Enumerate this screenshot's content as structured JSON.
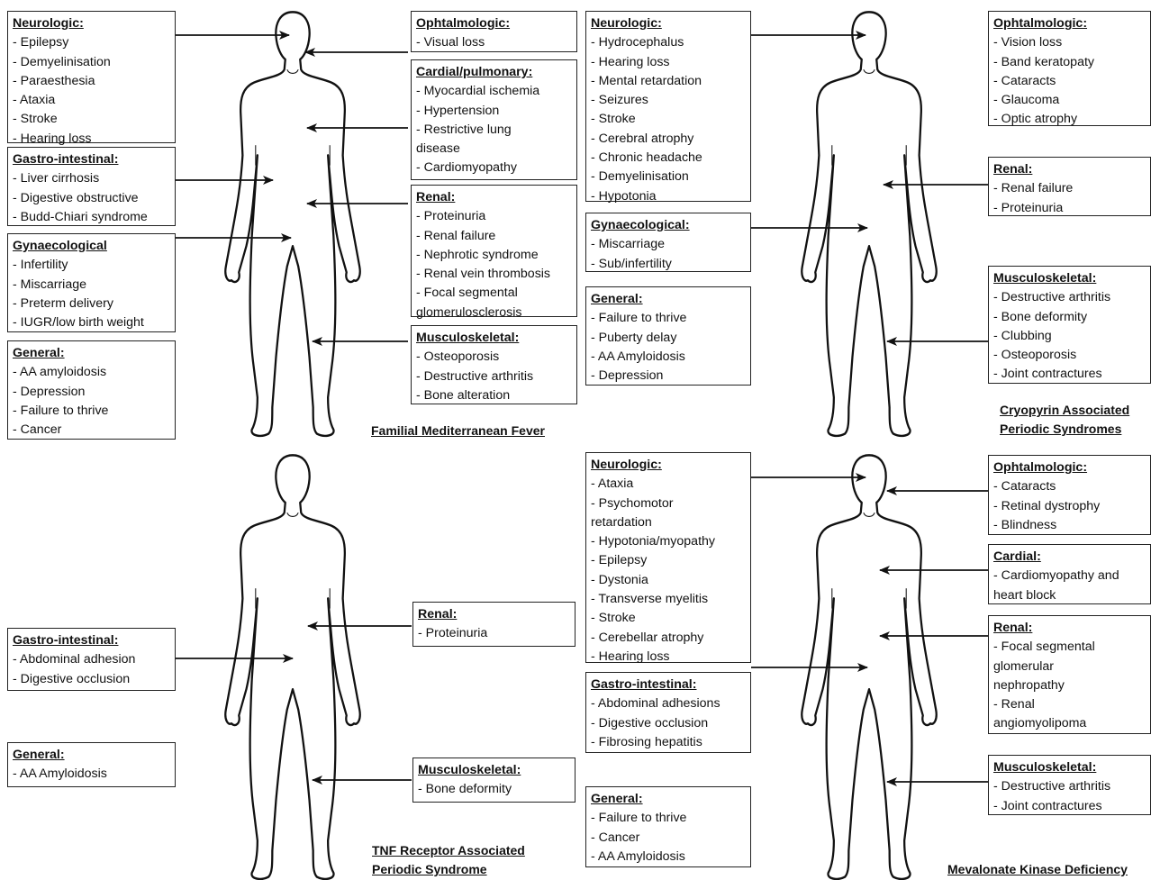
{
  "panels": [
    {
      "title": "Familial  Mediterranean Fever",
      "boxes": [
        {
          "heading": "Neurologic:",
          "items": [
            "- Epilepsy",
            "- Demyelinisation",
            "- Paraesthesia",
            "- Ataxia",
            "- Stroke",
            "- Hearing loss"
          ]
        },
        {
          "heading": "Gastro-intestinal:",
          "items": [
            "- Liver cirrhosis",
            "- Digestive obstructive",
            "- Budd-Chiari syndrome"
          ]
        },
        {
          "heading": "Gynaecological",
          "items": [
            "- Infertility",
            "- Miscarriage",
            "- Preterm delivery",
            "- IUGR/low birth weight"
          ]
        },
        {
          "heading": "General:",
          "items": [
            "- AA amyloidosis",
            "- Depression",
            "- Failure to thrive",
            "- Cancer"
          ]
        },
        {
          "heading": "Ophtalmologic:",
          "items": [
            "- Visual loss"
          ]
        },
        {
          "heading": "Cardial/pulmonary:",
          "items": [
            "- Myocardial ischemia",
            "- Hypertension",
            "- Restrictive lung disease",
            "- Cardiomyopathy"
          ]
        },
        {
          "heading": "Renal:",
          "items": [
            "- Proteinuria",
            "- Renal failure",
            "- Nephrotic syndrome",
            "- Renal vein thrombosis",
            "- Focal segmental glomerulosclerosis"
          ]
        },
        {
          "heading": "Musculoskeletal:",
          "items": [
            "- Osteoporosis",
            "- Destructive arthritis",
            "- Bone alteration"
          ]
        }
      ]
    },
    {
      "title": "Cryopyrin Associated Periodic Syndromes",
      "boxes": [
        {
          "heading": "Neurologic:",
          "items": [
            "- Hydrocephalus",
            "- Hearing loss",
            "- Mental retardation",
            "- Seizures",
            "- Stroke",
            "- Cerebral atrophy",
            "- Chronic headache",
            "- Demyelinisation",
            "- Hypotonia"
          ]
        },
        {
          "heading": "Gynaecological:",
          "items": [
            "- Miscarriage",
            "- Sub/infertility"
          ]
        },
        {
          "heading": "General:",
          "items": [
            "- Failure to thrive",
            "- Puberty delay",
            "- AA Amyloidosis",
            "- Depression"
          ]
        },
        {
          "heading": "Ophtalmologic:",
          "items": [
            "- Vision loss",
            "- Band keratopaty",
            "- Cataracts",
            "- Glaucoma",
            "- Optic atrophy"
          ]
        },
        {
          "heading": "Renal:",
          "items": [
            "- Renal failure",
            "- Proteinuria"
          ]
        },
        {
          "heading": "Musculoskeletal:",
          "items": [
            "- Destructive arthritis",
            "- Bone deformity",
            "- Clubbing",
            "- Osteoporosis",
            "- Joint contractures"
          ]
        }
      ]
    },
    {
      "title": "TNF Receptor Associated Periodic Syndrome",
      "boxes": [
        {
          "heading": "Gastro-intestinal:",
          "items": [
            "- Abdominal adhesion",
            "- Digestive occlusion"
          ]
        },
        {
          "heading": "General:",
          "items": [
            "- AA Amyloidosis"
          ]
        },
        {
          "heading": "Renal:",
          "items": [
            "- Proteinuria"
          ]
        },
        {
          "heading": "Musculoskeletal:",
          "items": [
            "- Bone deformity"
          ]
        }
      ]
    },
    {
      "title": "Mevalonate Kinase Deficiency",
      "boxes": [
        {
          "heading": "Neurologic:",
          "items": [
            "-  Ataxia",
            "- Psychomotor retardation",
            "- Hypotonia/myopathy",
            "- Epilepsy",
            "- Dystonia",
            "- Transverse myelitis",
            "- Stroke",
            "- Cerebellar atrophy",
            "- Hearing loss"
          ]
        },
        {
          "heading": "Gastro-intestinal:",
          "items": [
            "- Abdominal adhesions",
            "- Digestive occlusion",
            "- Fibrosing hepatitis"
          ]
        },
        {
          "heading": "General:",
          "items": [
            "- Failure to thrive",
            "- Cancer",
            "- AA Amyloidosis"
          ]
        },
        {
          "heading": "Ophtalmologic:",
          "items": [
            "- Cataracts",
            "- Retinal dystrophy",
            "- Blindness"
          ]
        },
        {
          "heading": "Cardial:",
          "items": [
            "- Cardiomyopathy and heart block"
          ]
        },
        {
          "heading": "Renal:",
          "items": [
            "- Focal segmental glomerular nephropathy",
            "- Renal angiomyolipoma"
          ]
        },
        {
          "heading": "Musculoskeletal:",
          "items": [
            "- Destructive arthritis",
            "- Joint contractures"
          ]
        }
      ]
    }
  ]
}
